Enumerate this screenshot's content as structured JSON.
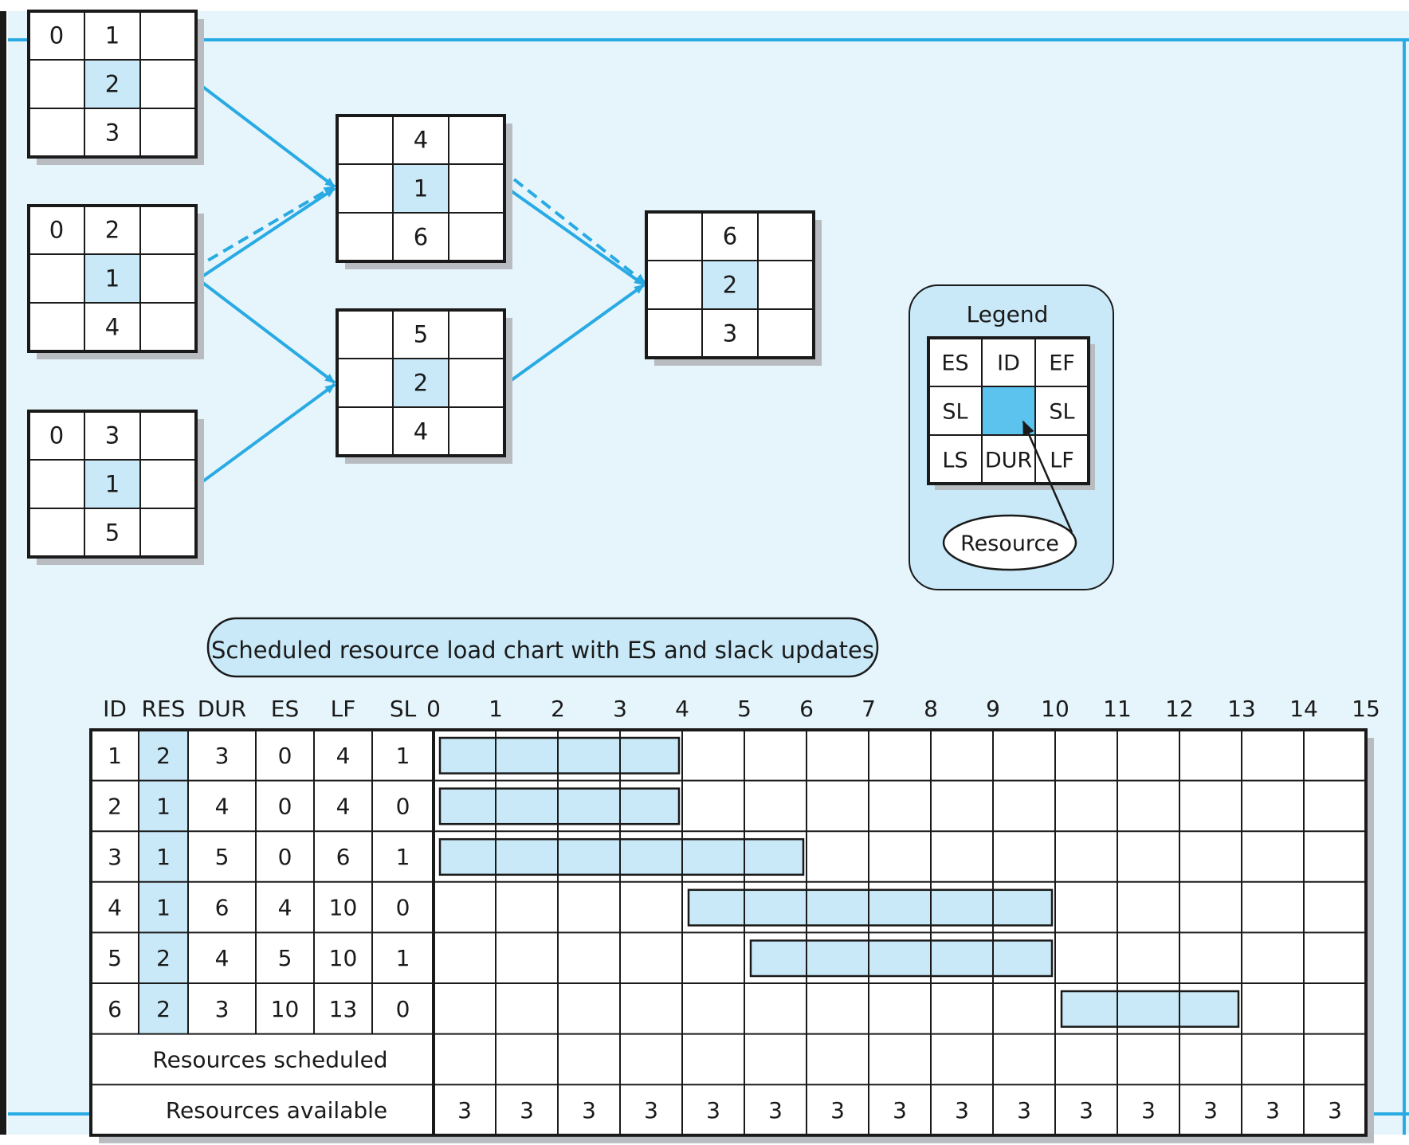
{
  "colors": {
    "background_panel": "#e6f5fc",
    "border_blue": "#29aae3",
    "arrow_blue": "#29aae3",
    "cell_highlight": "#c9e9f8",
    "legend_fill": "#c9e9f8",
    "legend_resource_cell": "#5cc2ee",
    "bar_fill": "#c9e9f8",
    "line_dark": "#1a1a1a",
    "shadow": "#b8bcc0"
  },
  "nodes": [
    {
      "id": "1",
      "es": "0",
      "resource": "2",
      "dur": "3"
    },
    {
      "id": "2",
      "es": "0",
      "resource": "1",
      "dur": "4"
    },
    {
      "id": "3",
      "es": "0",
      "resource": "1",
      "dur": "5"
    },
    {
      "id": "4",
      "es": "",
      "resource": "1",
      "dur": "6"
    },
    {
      "id": "5",
      "es": "",
      "resource": "2",
      "dur": "4"
    },
    {
      "id": "6",
      "es": "",
      "resource": "2",
      "dur": "3"
    }
  ],
  "edges": [
    {
      "from": "1",
      "to": "4",
      "style": "solid"
    },
    {
      "from": "2",
      "to": "4",
      "style": "solid"
    },
    {
      "from": "2",
      "to": "4",
      "style": "dashed"
    },
    {
      "from": "2",
      "to": "5",
      "style": "solid"
    },
    {
      "from": "3",
      "to": "5",
      "style": "solid"
    },
    {
      "from": "4",
      "to": "6",
      "style": "solid"
    },
    {
      "from": "4",
      "to": "6",
      "style": "dashed"
    },
    {
      "from": "5",
      "to": "6",
      "style": "solid"
    }
  ],
  "legend": {
    "title": "Legend",
    "cells": [
      "ES",
      "ID",
      "EF",
      "SL",
      "",
      "SL",
      "LS",
      "DUR",
      "LF"
    ],
    "callout": "Resource"
  },
  "chart_title": "Scheduled resource load chart with ES and slack updates",
  "load_table": {
    "headers": [
      "ID",
      "RES",
      "DUR",
      "ES",
      "LF",
      "SL"
    ],
    "time_labels": [
      "0",
      "1",
      "2",
      "3",
      "4",
      "5",
      "6",
      "7",
      "8",
      "9",
      "10",
      "11",
      "12",
      "13",
      "14",
      "15"
    ],
    "rows": [
      {
        "id": "1",
        "res": "2",
        "dur": "3",
        "es": "0",
        "lf": "4",
        "sl": "1",
        "bar_start": 0,
        "bar_end": 4
      },
      {
        "id": "2",
        "res": "1",
        "dur": "4",
        "es": "0",
        "lf": "4",
        "sl": "0",
        "bar_start": 0,
        "bar_end": 4
      },
      {
        "id": "3",
        "res": "1",
        "dur": "5",
        "es": "0",
        "lf": "6",
        "sl": "1",
        "bar_start": 0,
        "bar_end": 6
      },
      {
        "id": "4",
        "res": "1",
        "dur": "6",
        "es": "4",
        "lf": "10",
        "sl": "0",
        "bar_start": 4,
        "bar_end": 10
      },
      {
        "id": "5",
        "res": "2",
        "dur": "4",
        "es": "5",
        "lf": "10",
        "sl": "1",
        "bar_start": 5,
        "bar_end": 10
      },
      {
        "id": "6",
        "res": "2",
        "dur": "3",
        "es": "10",
        "lf": "13",
        "sl": "0",
        "bar_start": 10,
        "bar_end": 13
      }
    ],
    "scheduled_label": "Resources scheduled",
    "scheduled": [
      "",
      "",
      "",
      "",
      "",
      "",
      "",
      "",
      "",
      "",
      "",
      "",
      "",
      "",
      ""
    ],
    "available_label": "Resources available",
    "available": [
      "3",
      "3",
      "3",
      "3",
      "3",
      "3",
      "3",
      "3",
      "3",
      "3",
      "3",
      "3",
      "3",
      "3",
      "3"
    ]
  }
}
